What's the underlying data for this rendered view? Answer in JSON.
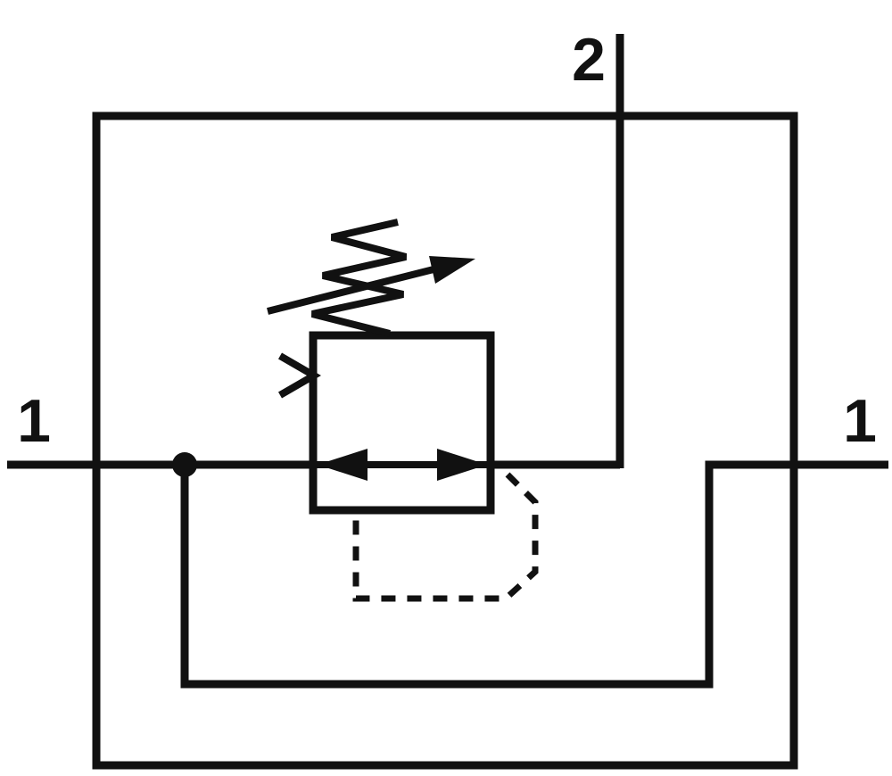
{
  "diagram": {
    "subject": "pressure-regulator-valve-schematic",
    "line_color": "#111111",
    "background_color": "#ffffff"
  },
  "ports": {
    "top": {
      "label": "2"
    },
    "left": {
      "label": "1"
    },
    "right": {
      "label": "1"
    }
  },
  "components": {
    "enclosure": "enclosure-box",
    "valve": "regulator-valve-body",
    "spring": "adjustable-spring-icon",
    "adjust_arrow": "adjustment-arrow-icon",
    "pilot_actuator": "pilot-chevron-icon",
    "flow_path": "bidirectional-flow-arrows-icon",
    "junction": "junction-dot-icon",
    "pilot_line": "pilot-feedback-dashed-line",
    "bypass_line": "bypass-loop-line"
  }
}
